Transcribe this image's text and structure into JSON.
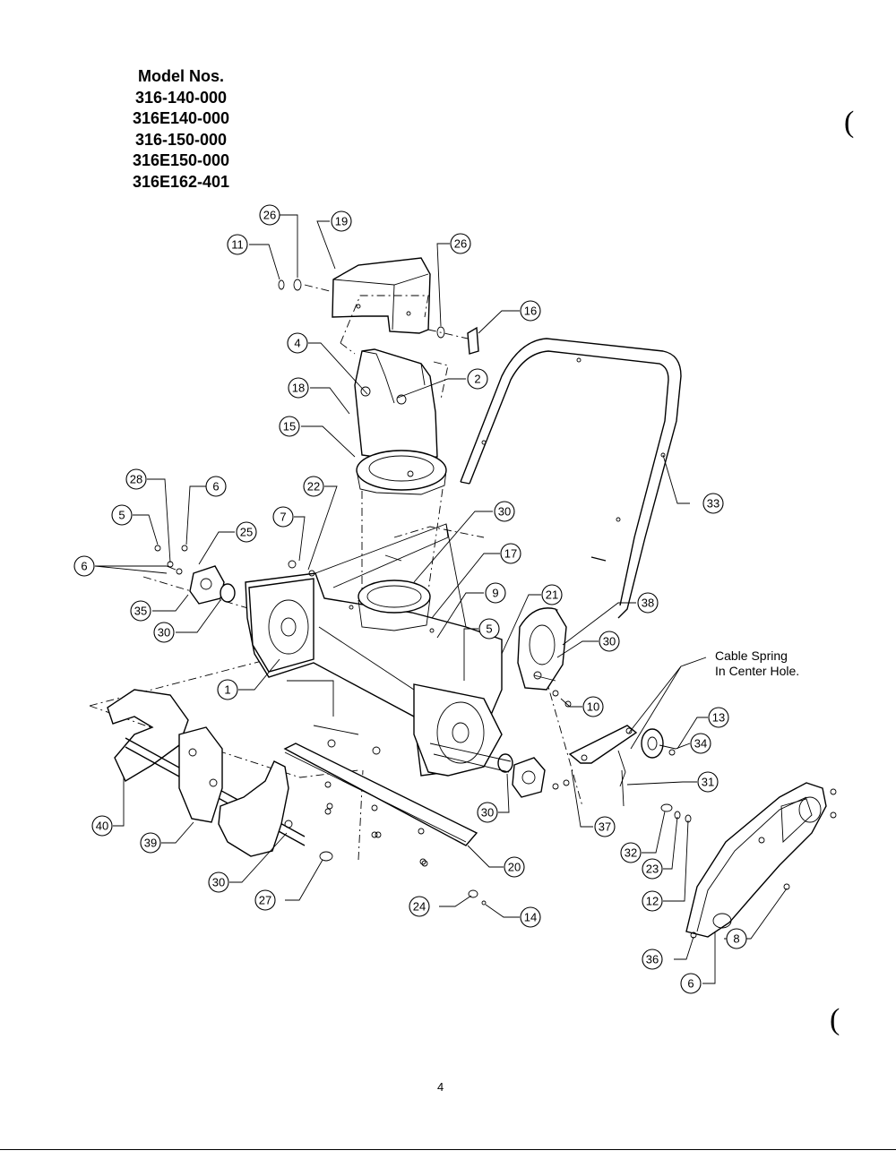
{
  "header": {
    "title": "Model Nos.",
    "models": [
      "316-140-000",
      "316E140-000",
      "316-150-000",
      "316E150-000",
      "316E162-401"
    ]
  },
  "note": {
    "line1": "Cable Spring",
    "line2": "In Center Hole."
  },
  "callouts": [
    {
      "id": "c26a",
      "label": "26"
    },
    {
      "id": "c19",
      "label": "19"
    },
    {
      "id": "c11",
      "label": "11"
    },
    {
      "id": "c26b",
      "label": "26"
    },
    {
      "id": "c16",
      "label": "16"
    },
    {
      "id": "c4",
      "label": "4"
    },
    {
      "id": "c2",
      "label": "2"
    },
    {
      "id": "c18",
      "label": "18"
    },
    {
      "id": "c15",
      "label": "15"
    },
    {
      "id": "c28",
      "label": "28"
    },
    {
      "id": "c6a",
      "label": "6"
    },
    {
      "id": "c22",
      "label": "22"
    },
    {
      "id": "c5a",
      "label": "5"
    },
    {
      "id": "c7",
      "label": "7"
    },
    {
      "id": "c25",
      "label": "25"
    },
    {
      "id": "c6b",
      "label": "6"
    },
    {
      "id": "c30a",
      "label": "30"
    },
    {
      "id": "c17",
      "label": "17"
    },
    {
      "id": "c33",
      "label": "33"
    },
    {
      "id": "c9",
      "label": "9"
    },
    {
      "id": "c21",
      "label": "21"
    },
    {
      "id": "c38",
      "label": "38"
    },
    {
      "id": "c35",
      "label": "35"
    },
    {
      "id": "c5b",
      "label": "5"
    },
    {
      "id": "c30b",
      "label": "30"
    },
    {
      "id": "c30c",
      "label": "30"
    },
    {
      "id": "c1",
      "label": "1"
    },
    {
      "id": "c10",
      "label": "10"
    },
    {
      "id": "c34",
      "label": "34"
    },
    {
      "id": "c13",
      "label": "13"
    },
    {
      "id": "c31",
      "label": "31"
    },
    {
      "id": "c40",
      "label": "40"
    },
    {
      "id": "c39",
      "label": "39"
    },
    {
      "id": "c30d",
      "label": "30"
    },
    {
      "id": "c37",
      "label": "37"
    },
    {
      "id": "c32",
      "label": "32"
    },
    {
      "id": "c20",
      "label": "20"
    },
    {
      "id": "c23",
      "label": "23"
    },
    {
      "id": "c30e",
      "label": "30"
    },
    {
      "id": "c27",
      "label": "27"
    },
    {
      "id": "c12",
      "label": "12"
    },
    {
      "id": "c24",
      "label": "24"
    },
    {
      "id": "c14",
      "label": "14"
    },
    {
      "id": "c8",
      "label": "8"
    },
    {
      "id": "c36",
      "label": "36"
    },
    {
      "id": "c6c",
      "label": "6"
    }
  ],
  "page_number": "4",
  "margin_marks": [
    "(",
    "("
  ]
}
